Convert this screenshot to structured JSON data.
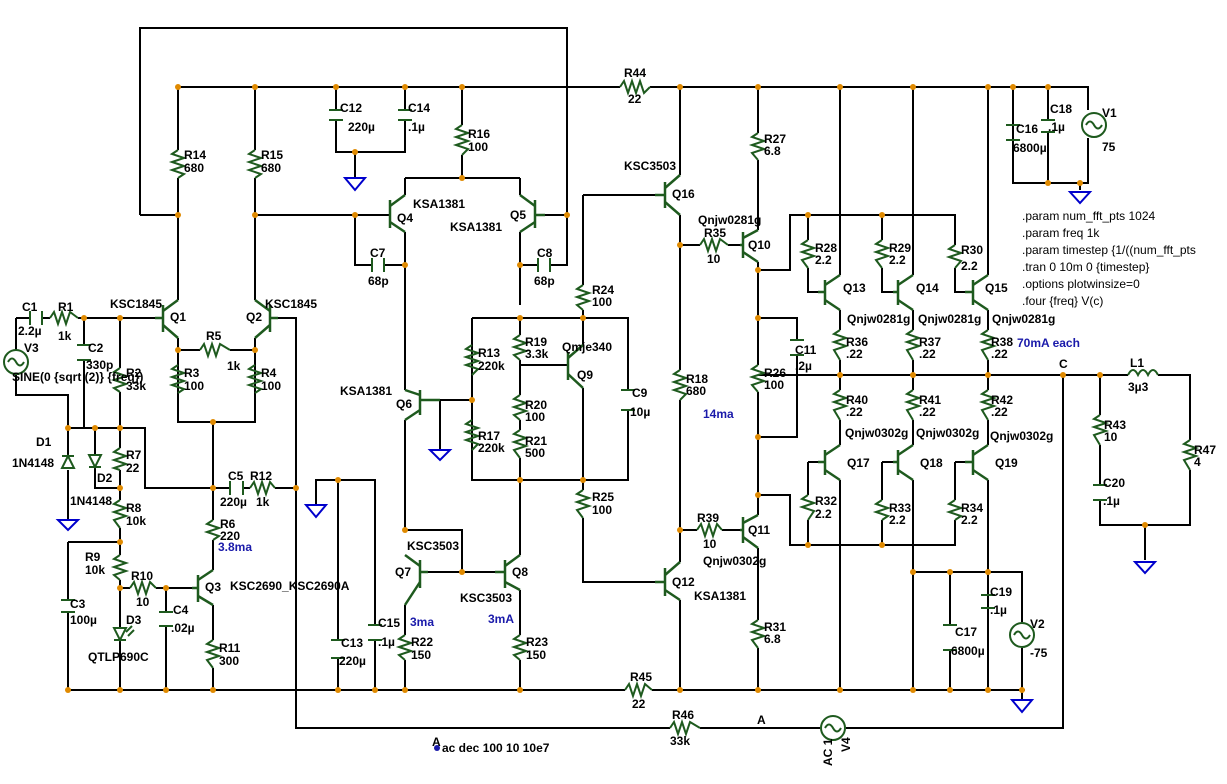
{
  "labels": {
    "R1": "R1",
    "R1v": "1k",
    "C1": "C1",
    "C1v": "2.2µ",
    "V3": "V3",
    "V3v": "SINE(0 {sqrt (2)} {freq})",
    "C2": "C2",
    "C2v": "330p",
    "R2": "R2",
    "R2v": "33k",
    "D1": "D1",
    "D1v": "1N4148",
    "D2": "D2",
    "D2v": "1N4148",
    "R7": "R7",
    "R7v": "22",
    "R8": "R8",
    "R8v": "10k",
    "R9": "R9",
    "R9v": "10k",
    "R10": "R10",
    "R10v": "10",
    "C3": "C3",
    "C3v": "100µ",
    "D3": "D3",
    "D3v": "QTLP690C",
    "C4": "C4",
    "C4v": ".02µ",
    "Q3": "Q3",
    "Q3m": "KSC2690_KSC2690A",
    "R11": "R11",
    "R11v": "300",
    "R6": "R6",
    "R6v": "220",
    "I3": "3.8ma",
    "C5": "C5",
    "C5v": "220µ",
    "R12": "R12",
    "R12v": "1k",
    "Q1": "Q1",
    "Q1m": "KSC1845",
    "Q2": "Q2",
    "Q2m": "KSC1845",
    "R5": "R5",
    "R5v": "1k",
    "R3": "R3",
    "R3v": "100",
    "R4": "R4",
    "R4v": "100",
    "R14": "R14",
    "R14v": "680",
    "R15": "R15",
    "R15v": "680",
    "C12": "C12",
    "C12v": "220µ",
    "C14": "C14",
    "C14v": ".1µ",
    "R16": "R16",
    "R16v": "100",
    "Q4": "Q4",
    "Q4m": "KSA1381",
    "Q5": "Q5",
    "Q5m": "KSA1381",
    "C7": "C7",
    "C7v": "68p",
    "C8": "C8",
    "C8v": "68p",
    "R44": "R44",
    "R44v": "22",
    "R13": "R13",
    "R13v": "220k",
    "R17": "R17",
    "R17v": "220k",
    "R19": "R19",
    "R19v": "3.3k",
    "R20": "R20",
    "R20v": "100",
    "R21": "R21",
    "R21v": "500",
    "Q9": "Q9",
    "Q9m": "Qmje340",
    "C9": "C9",
    "C9v": "10µ",
    "Q6": "Q6",
    "Q6m": "KSA1381",
    "Q7": "Q7",
    "Q8": "Q8",
    "Q7m": "KSC3503",
    "Q8m": "KSC3503",
    "I7": "3ma",
    "I8": "3mA",
    "R22": "R22",
    "R22v": "150",
    "R23": "R23",
    "R23v": "150",
    "C13": "C13",
    "C13v": "220µ",
    "C15": "C15",
    "C15v": ".1µ",
    "R24": "R24",
    "R24v": "100",
    "R25": "R25",
    "R25v": "100",
    "Q16": "Q16",
    "Q16m": "KSC3503",
    "Q12": "Q12",
    "Q12m": "KSA1381",
    "R18": "R18",
    "R18v": "680",
    "I14": "14ma",
    "R35": "R35",
    "R35v": "10",
    "R39": "R39",
    "R39v": "10",
    "Q10": "Q10",
    "Q10m": "Qnjw0281g",
    "Q11": "Q11",
    "Q11m": "Qnjw0302g",
    "R27": "R27",
    "R27v": "6.8",
    "R26": "R26",
    "R26v": "100",
    "C11": "C11",
    "C11v": ".2µ",
    "R31": "R31",
    "R31v": "6.8",
    "R45": "R45",
    "R45v": "22",
    "R46": "R46",
    "R46v": "33k",
    "R28": "R28",
    "R28v": "2.2",
    "R29": "R29",
    "R29v": "2.2",
    "R30": "R30",
    "R30v": "2.2",
    "Q13": "Q13",
    "Q14": "Q14",
    "Q15": "Q15",
    "Q13m": "Qnjw0281g",
    "Q14m": "Qnjw0281g",
    "Q15m": "Qnjw0281g",
    "R36": "R36",
    "R36v": ".22",
    "R37": "R37",
    "R37v": ".22",
    "R38": "R38",
    "R38v": ".22",
    "I70": "70mA each",
    "R40": "R40",
    "R40v": ".22",
    "R41": "R41",
    "R41v": ".22",
    "R42": "R42",
    "R42v": ".22",
    "Q17": "Q17",
    "Q18": "Q18",
    "Q19": "Q19",
    "Q17m": "Qnjw0302g",
    "Q18m": "Qnjw0302g",
    "Q19m": "Qnjw0302g",
    "R32": "R32",
    "R32v": "2.2",
    "R33": "R33",
    "R33v": "2.2",
    "R34": "R34",
    "R34v": "2.2",
    "C16": "C16",
    "C16v": "6800µ",
    "C18": "C18",
    "C18v": ".1µ",
    "V1": "V1",
    "V1v": "75",
    "C17": "C17",
    "C17v": "6800µ",
    "C19": "C19",
    "C19v": ".1µ",
    "V2": "V2",
    "V2v": "-75",
    "L1": "L1",
    "L1v": "3µ3",
    "R43": "R43",
    "R43v": "10",
    "C20": "C20",
    "C20v": ".1µ",
    "R47": "R47",
    "R47v": "4",
    "nodeC": "C",
    "nodeA1": "A",
    "nodeA2": "A",
    "V4": "V4",
    "V4v": "AC 1",
    "ac": "ac dec 100 10 10e7",
    "p1": ".param num_fft_pts 1024",
    "p2": ".param freq 1k",
    "p3": ".param timestep {1/((num_fft_pts",
    "p4": ".tran 0 10m 0 {timestep}",
    "p5": ".options plotwinsize=0",
    "p6": ".four {freq} V(c)"
  },
  "colors": {
    "wire": "#000000",
    "component": "#1e5a1e",
    "junction": "#e08a00",
    "ground": "#0000cc",
    "annotation": "#1a1aaa"
  }
}
